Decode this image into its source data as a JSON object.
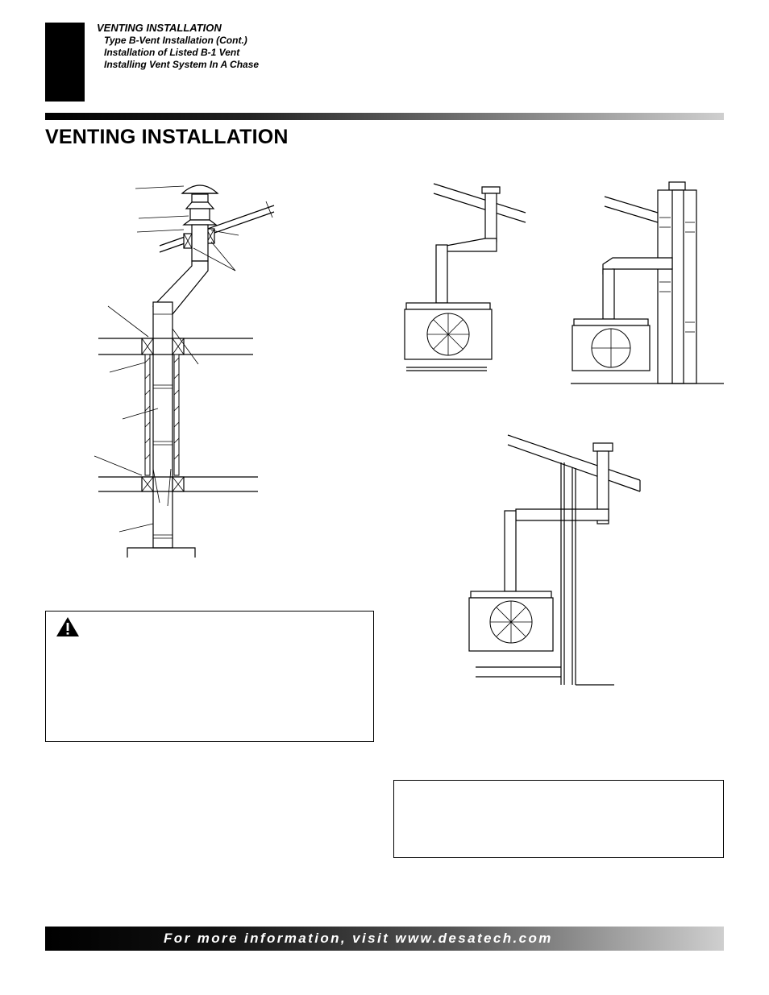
{
  "header": {
    "section": "VENTING INSTALLATION",
    "subtopics": [
      "Type B-Vent Installation (Cont.)",
      "Installation of Listed B-1 Vent",
      "Installing Vent System In A Chase"
    ]
  },
  "page_title": "VENTING INSTALLATION",
  "footer": {
    "text": "For more information, visit www.desatech.com"
  },
  "colors": {
    "tab": "#000000",
    "rule_start": "#000000",
    "rule_end": "#cfcfcf"
  },
  "icons": {
    "warning": "warning-triangle-icon"
  }
}
